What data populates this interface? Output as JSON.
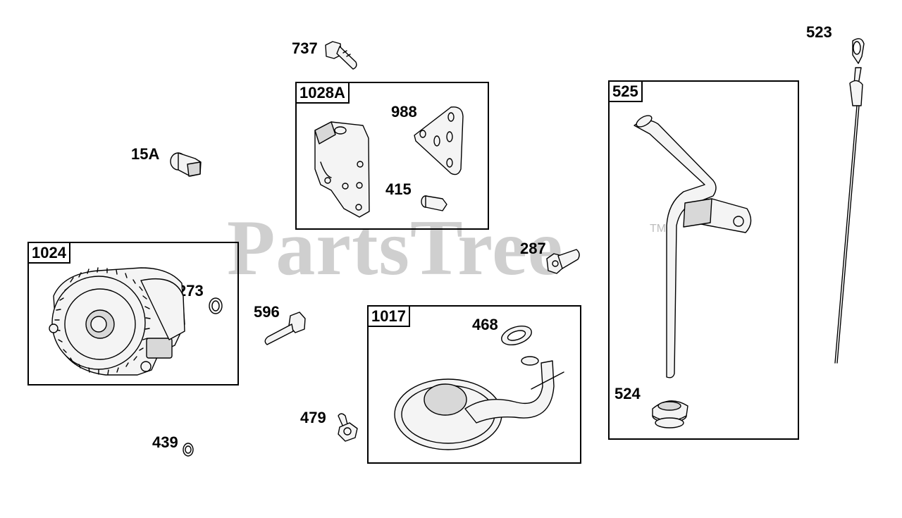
{
  "watermark": {
    "text": "PartsTree",
    "tm": "TM"
  },
  "boxes": {
    "b1028a": "1028A",
    "b1024": "1024",
    "b1017": "1017",
    "b525": "525"
  },
  "callouts": {
    "c737": "737",
    "c15a": "15A",
    "c988": "988",
    "c415": "415",
    "c273": "273",
    "c596": "596",
    "c287": "287",
    "c468": "468",
    "c479": "479",
    "c439": "439",
    "c523": "523",
    "c524": "524"
  }
}
